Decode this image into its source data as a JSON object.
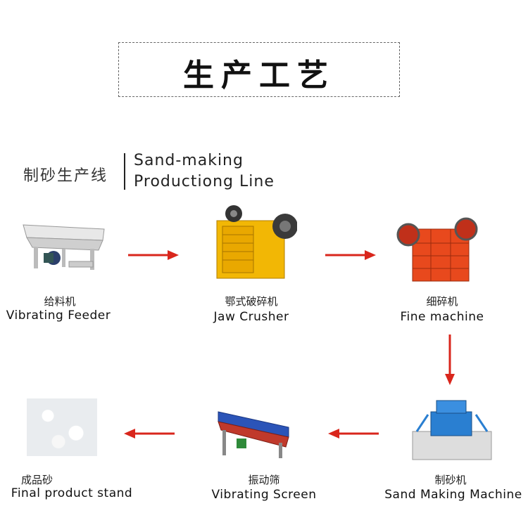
{
  "header": {
    "title": "生产工艺"
  },
  "line": {
    "cn": "制砂生产线",
    "en_line1": "Sand-making",
    "en_line2": "Productiong Line"
  },
  "steps": [
    {
      "cn": "给料机",
      "en": "Vibrating Feeder"
    },
    {
      "cn": "鄂式破碎机",
      "en": "Jaw Crusher"
    },
    {
      "cn": "细碎机",
      "en": "Fine machine"
    },
    {
      "cn": "制砂机",
      "en": "Sand Making Machine"
    },
    {
      "cn": "振动筛",
      "en": "Vibrating Screen"
    },
    {
      "cn": "成品砂",
      "en": "Final product stand"
    }
  ],
  "colors": {
    "arrow": "#d9261c",
    "jaw_yellow": "#f2b705",
    "fine_red": "#e8491d",
    "sand_blue": "#2a7fd1",
    "screen_blue": "#2b54b8"
  }
}
